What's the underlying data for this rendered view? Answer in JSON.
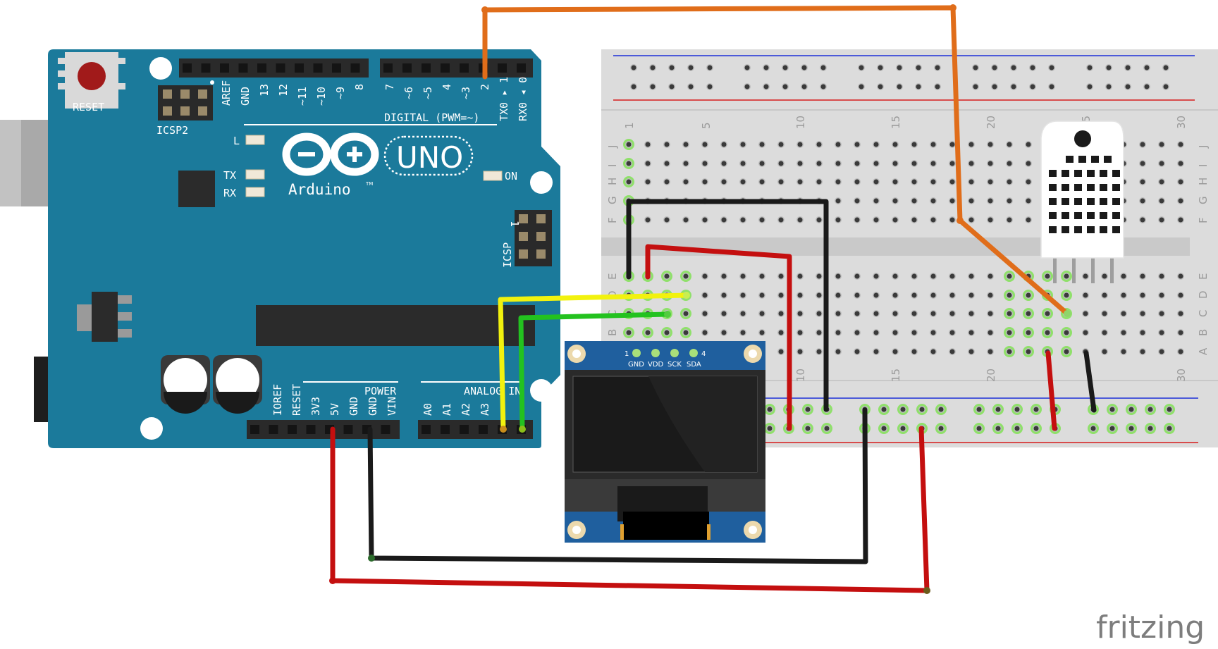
{
  "arduino": {
    "reset_label": "RESET",
    "icsp2_label": "ICSP2",
    "icsp_label": "ICSP",
    "icsp_pin1": "1",
    "aref": "AREF",
    "gnd_top": "GND",
    "digital_pins_high": [
      "13",
      "12",
      "~11",
      "~10",
      "~9",
      "8"
    ],
    "digital_pins_low": [
      "7",
      "~6",
      "~5",
      "4",
      "~3",
      "2",
      "TX0 ▸ 1",
      "RX0 ◂ 0"
    ],
    "digital_label": "DIGITAL (PWM=~)",
    "led_l": "L",
    "led_tx": "TX",
    "led_rx": "RX",
    "led_on": "ON",
    "logo_text": "Arduino",
    "logo_tm": "TM",
    "uno_text": "UNO",
    "power_label": "POWER",
    "power_pins": [
      "IOREF",
      "RESET",
      "3V3",
      "5V",
      "GND",
      "GND",
      "VIN"
    ],
    "analog_label": "ANALOG IN",
    "analog_pins": [
      "A0",
      "A1",
      "A2",
      "A3"
    ],
    "board_color": "#1b7a9b"
  },
  "breadboard": {
    "col_numbers": [
      "1",
      "5",
      "10",
      "15",
      "20",
      "25",
      "30"
    ],
    "row_letters_top": [
      "J",
      "I",
      "H",
      "G",
      "F"
    ],
    "row_letters_bottom": [
      "E",
      "D",
      "C",
      "B",
      "A"
    ],
    "body_color": "#dcdcdc",
    "rail_blue": "#1c2fd8",
    "rail_red": "#d61c1c"
  },
  "oled": {
    "pin_labels": [
      "GND",
      "VDD",
      "SCK",
      "SDA"
    ],
    "pin_first": "1",
    "pin_last": "4",
    "board_color": "#1f5f9e"
  },
  "wires": {
    "colors": {
      "orange": "#e06d1a",
      "black": "#1a1a1a",
      "red": "#c40f0f",
      "yellow": "#f2f20e",
      "green": "#23c21f"
    }
  },
  "brand": {
    "watermark": "fritzing"
  }
}
